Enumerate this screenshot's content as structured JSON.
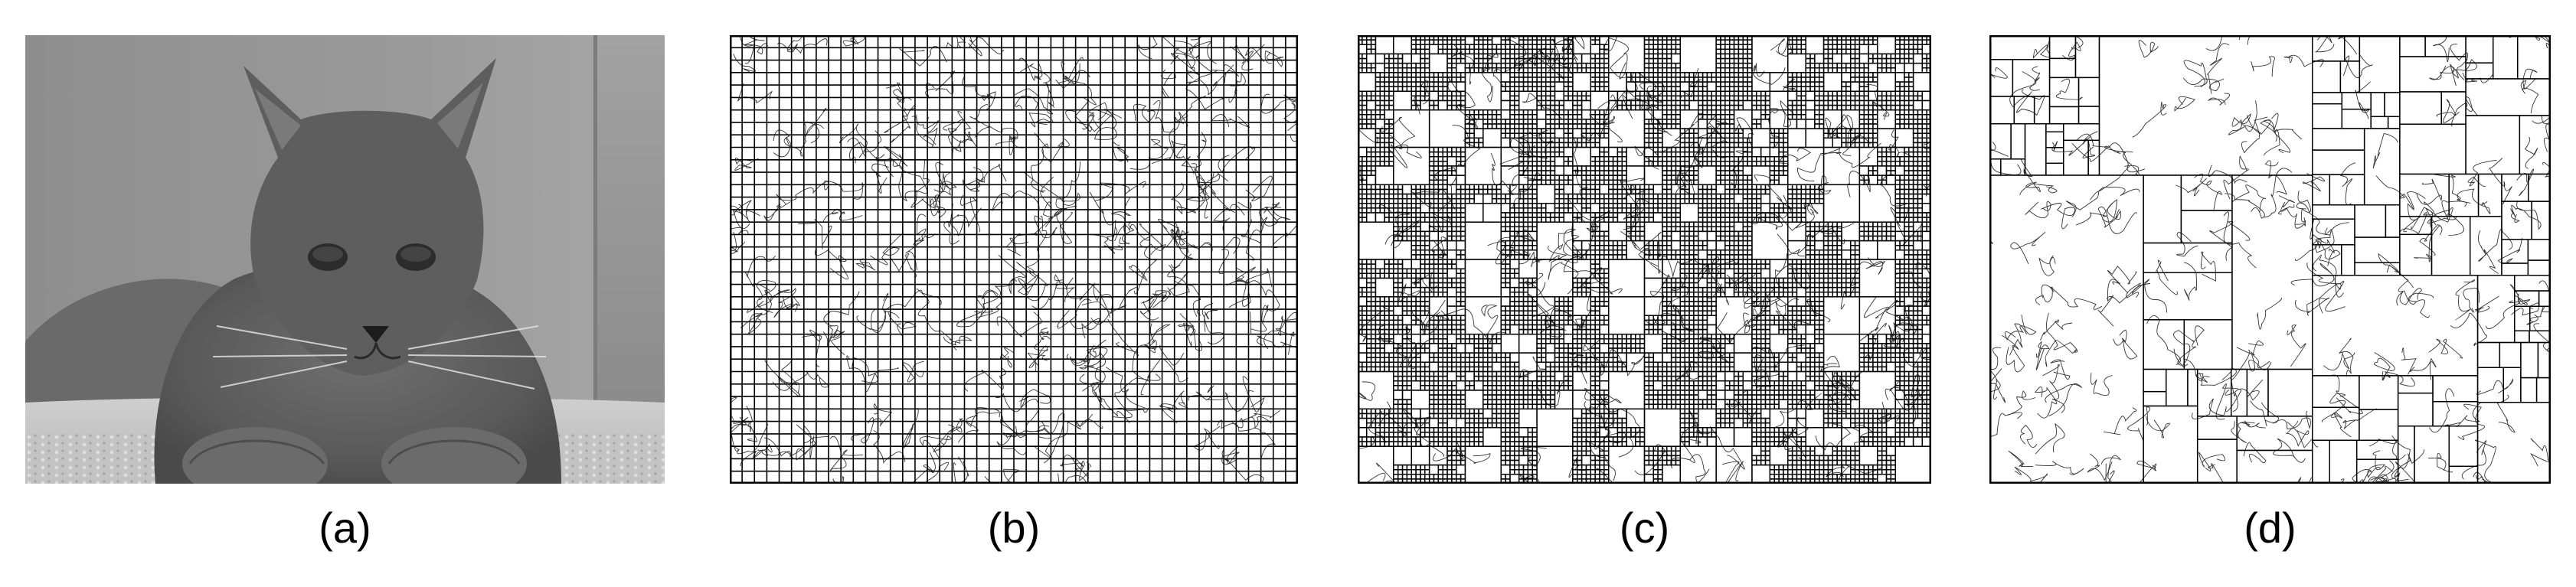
{
  "figure": {
    "panels": [
      {
        "id": "a",
        "label": "(a)",
        "content": "photo"
      },
      {
        "id": "b",
        "label": "(b)",
        "content": "grid"
      },
      {
        "id": "c",
        "label": "(c)",
        "content": "grid"
      },
      {
        "id": "d",
        "label": "(d)",
        "content": "grid"
      }
    ]
  }
}
